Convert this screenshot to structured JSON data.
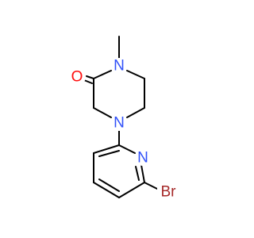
{
  "molecule": {
    "atoms": {
      "o1": {
        "symbol": "O",
        "color": "#FF0D0D"
      },
      "n1": {
        "symbol": "N",
        "color": "#3050F8"
      },
      "n4": {
        "symbol": "N",
        "color": "#3050F8"
      },
      "n_pyr": {
        "symbol": "N",
        "color": "#3050F8"
      },
      "br": {
        "symbol": "Br",
        "color": "#A62929"
      }
    },
    "bond_color": "#000000"
  }
}
